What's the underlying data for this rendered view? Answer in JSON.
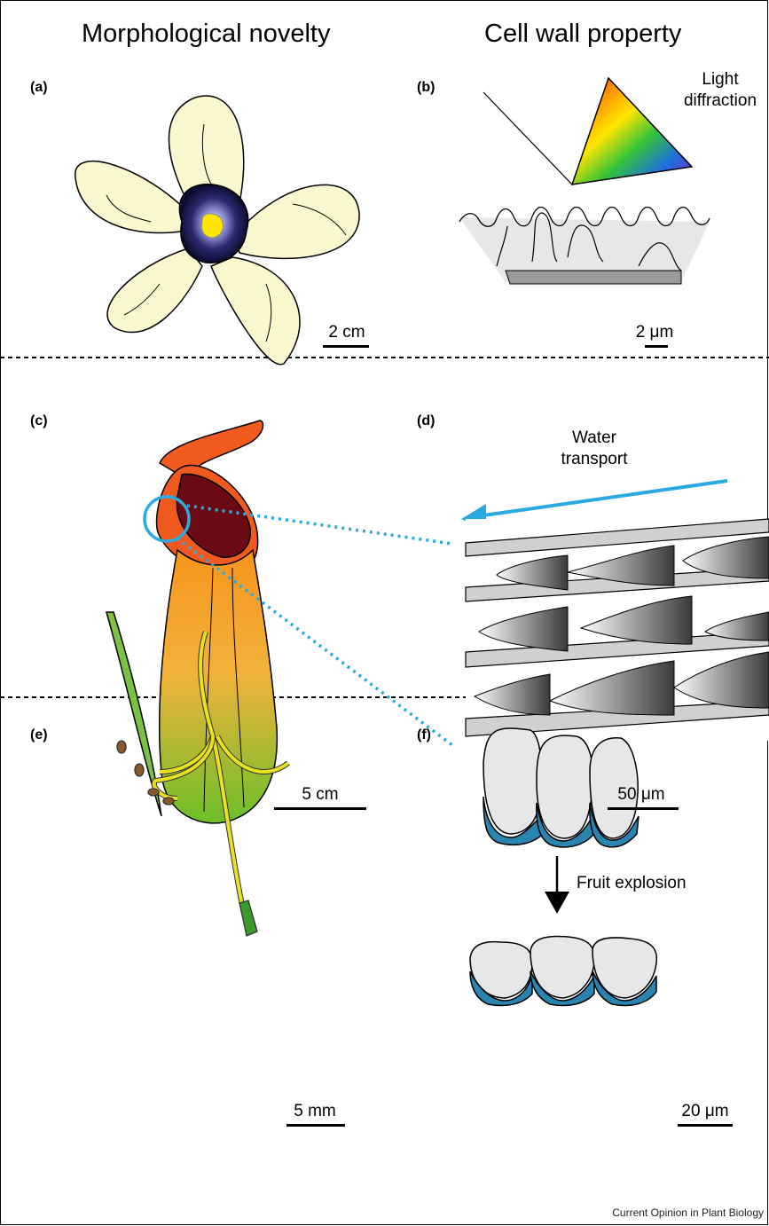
{
  "columns": {
    "left_title": "Morphological novelty",
    "right_title": "Cell wall property"
  },
  "panels": {
    "a": {
      "label": "(a)",
      "scale": "2 cm"
    },
    "b": {
      "label": "(b)",
      "annotation_line1": "Light",
      "annotation_line2": "diffraction",
      "scale": "2 μm"
    },
    "c": {
      "label": "(c)",
      "scale": "5 cm"
    },
    "d": {
      "label": "(d)",
      "annotation_line1": "Water",
      "annotation_line2": "transport",
      "scale": "50 μm"
    },
    "e": {
      "label": "(e)",
      "scale": "5 mm"
    },
    "f": {
      "label": "(f)",
      "annotation": "Fruit explosion",
      "scale": "20 μm"
    }
  },
  "credit": "Current Opinion in Plant Biology",
  "colors": {
    "petal": "#fbf8d0",
    "flower_center": "#1a1a4a",
    "flower_eye": "#ffe600",
    "pitcher_lid": "#f05a1e",
    "pitcher_mouth": "#6b0a14",
    "water_arrow": "#29abe2",
    "seed_cell_base": "#2a84b0",
    "seed_cell": "#e6e7e9",
    "anther_stem": "#e8e020"
  }
}
